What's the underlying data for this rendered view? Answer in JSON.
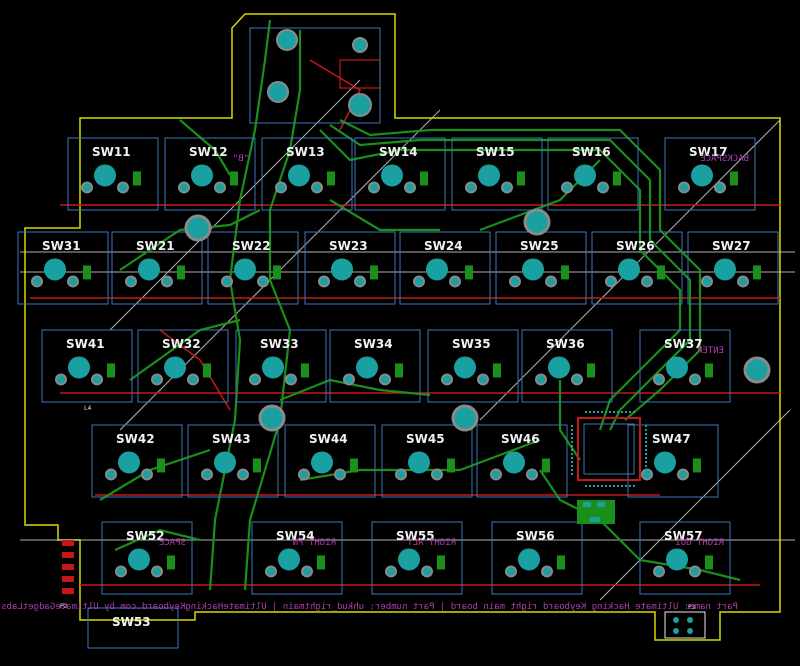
{
  "switches": [
    {
      "id": "SW11",
      "label": "SW11",
      "legend": ""
    },
    {
      "id": "SW12",
      "label": "SW12",
      "legend": "\"B\""
    },
    {
      "id": "SW13",
      "label": "SW13",
      "legend": ""
    },
    {
      "id": "SW14",
      "label": "SW14",
      "legend": ""
    },
    {
      "id": "SW15",
      "label": "SW15",
      "legend": ""
    },
    {
      "id": "SW16",
      "label": "SW16",
      "legend": ""
    },
    {
      "id": "SW17",
      "label": "SW17",
      "legend": "BACKSPACE"
    },
    {
      "id": "SW31",
      "label": "SW31",
      "legend": ""
    },
    {
      "id": "SW21",
      "label": "SW21",
      "legend": ""
    },
    {
      "id": "SW22",
      "label": "SW22",
      "legend": ""
    },
    {
      "id": "SW23",
      "label": "SW23",
      "legend": ""
    },
    {
      "id": "SW24",
      "label": "SW24",
      "legend": ""
    },
    {
      "id": "SW25",
      "label": "SW25",
      "legend": ""
    },
    {
      "id": "SW26",
      "label": "SW26",
      "legend": ""
    },
    {
      "id": "SW27",
      "label": "SW27",
      "legend": ""
    },
    {
      "id": "SW41",
      "label": "SW41",
      "legend": ""
    },
    {
      "id": "SW32",
      "label": "SW32",
      "legend": ""
    },
    {
      "id": "SW33",
      "label": "SW33",
      "legend": ""
    },
    {
      "id": "SW34",
      "label": "SW34",
      "legend": ""
    },
    {
      "id": "SW35",
      "label": "SW35",
      "legend": ""
    },
    {
      "id": "SW36",
      "label": "SW36",
      "legend": ""
    },
    {
      "id": "SW37",
      "label": "SW37",
      "legend": "ENTER"
    },
    {
      "id": "SW42",
      "label": "SW42",
      "legend": ""
    },
    {
      "id": "SW43",
      "label": "SW43",
      "legend": ""
    },
    {
      "id": "SW44",
      "label": "SW44",
      "legend": ""
    },
    {
      "id": "SW45",
      "label": "SW45",
      "legend": ""
    },
    {
      "id": "SW46",
      "label": "SW46",
      "legend": ""
    },
    {
      "id": "SW47",
      "label": "SW47",
      "legend": ""
    },
    {
      "id": "SW52",
      "label": "SW52",
      "legend": "SPACE"
    },
    {
      "id": "SW53",
      "label": "SW53",
      "legend": ""
    },
    {
      "id": "SW54",
      "label": "SW54",
      "legend": "RIGHT FN"
    },
    {
      "id": "SW55",
      "label": "SW55",
      "legend": "RIGHT ALT"
    },
    {
      "id": "SW56",
      "label": "SW56",
      "legend": ""
    },
    {
      "id": "SW57",
      "label": "SW57",
      "legend": "RIGHT GUI"
    }
  ],
  "footer_text": "Part name: Ultimate Hacking Keyboard right main board | Part number: uhkud_rightmain | UltimateHackingKeyboard.com by UltimateGadgetLabs.com",
  "connector_labels": {
    "p2": "P2",
    "p3": "P3",
    "l4": "L4"
  },
  "colors": {
    "background": "#000000",
    "outline": "#d9d900",
    "copper_top": "#c41818",
    "copper_bottom": "#1a8f1a",
    "pad": "#1aa0a0",
    "hole_ring": "#8a8a8a",
    "courtyard": "#3a76b8",
    "silkscreen": "#b03cb0",
    "label": "#f2f2f2"
  }
}
